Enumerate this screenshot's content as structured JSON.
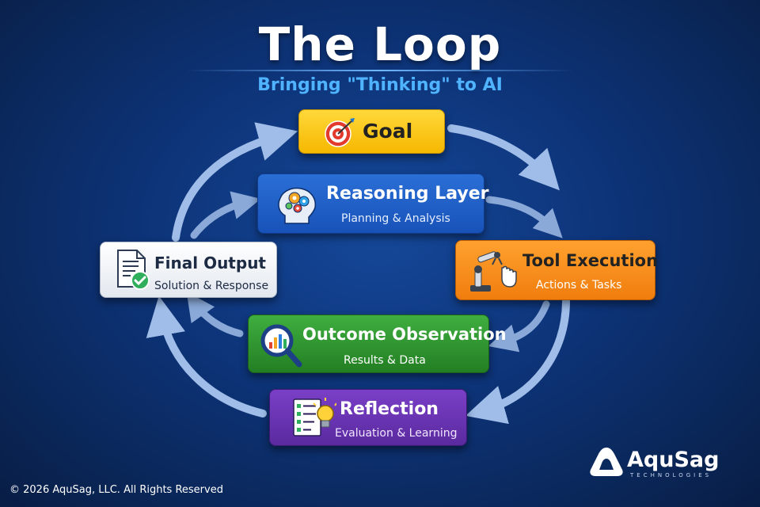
{
  "title": "The Loop",
  "subtitle": "Bringing \"Thinking\" to AI",
  "steps": {
    "goal": {
      "label": "Goal",
      "icon": "target-icon",
      "color": "#f6b800"
    },
    "reasoning": {
      "label": "Reasoning Layer",
      "sub": "Planning & Analysis",
      "icon": "brain-gears-icon",
      "color": "#1852b8"
    },
    "tool": {
      "label": "Tool Execution",
      "sub": "Actions & Tasks",
      "icon": "robot-arm-icon",
      "color": "#f07d0e"
    },
    "outcome": {
      "label": "Outcome Observation",
      "sub": "Results & Data",
      "icon": "magnifier-chart-icon",
      "color": "#237e23"
    },
    "reflection": {
      "label": "Reflection",
      "sub": "Evaluation & Learning",
      "icon": "checklist-lightbulb-icon",
      "color": "#5a2a9f"
    },
    "final": {
      "label": "Final Output",
      "sub": "Solution & Response",
      "icon": "document-check-icon",
      "color": "#e3e8ef"
    }
  },
  "brand": {
    "name": "AquSag",
    "tagline": "TECHNOLOGIES"
  },
  "copyright": "© 2026 AquSag, LLC. All Rights Reserved"
}
